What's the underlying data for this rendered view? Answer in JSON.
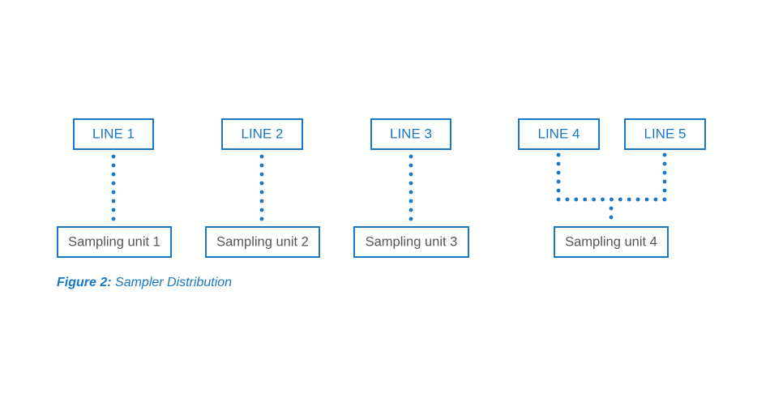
{
  "lines": [
    "LINE 1",
    "LINE 2",
    "LINE 3",
    "LINE 4",
    "LINE 5"
  ],
  "sampling_units": [
    "Sampling unit 1",
    "Sampling unit 2",
    "Sampling unit 3",
    "Sampling unit 4"
  ],
  "connections": [
    {
      "from": "LINE 1",
      "to": "Sampling unit 1"
    },
    {
      "from": "LINE 2",
      "to": "Sampling unit 2"
    },
    {
      "from": "LINE 3",
      "to": "Sampling unit 3"
    },
    {
      "from": "LINE 4",
      "to": "Sampling unit 4"
    },
    {
      "from": "LINE 5",
      "to": "Sampling unit 4"
    }
  ],
  "caption": {
    "label": "Figure 2:",
    "text": "Sampler Distribution"
  },
  "colors": {
    "accent": "#1778c5",
    "unit_text": "#555555"
  }
}
